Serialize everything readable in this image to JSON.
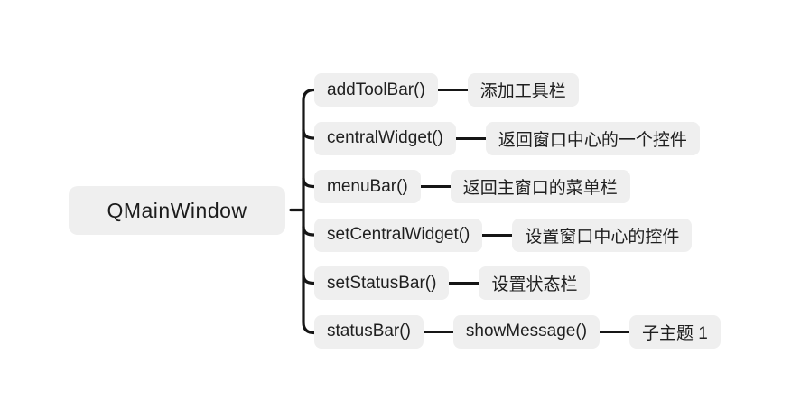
{
  "root": {
    "label": "QMainWindow"
  },
  "branches": [
    {
      "nodes": [
        "addToolBar()",
        "添加工具栏"
      ]
    },
    {
      "nodes": [
        "centralWidget()",
        "返回窗口中心的一个控件"
      ]
    },
    {
      "nodes": [
        "menuBar()",
        "返回主窗口的菜单栏"
      ]
    },
    {
      "nodes": [
        "setCentralWidget()",
        "设置窗口中心的控件"
      ]
    },
    {
      "nodes": [
        "setStatusBar()",
        "设置状态栏"
      ]
    },
    {
      "nodes": [
        "statusBar()",
        "showMessage()",
        "子主题 1"
      ]
    }
  ],
  "colors": {
    "background": "#ffffff",
    "node_bg": "#efefef",
    "text": "#1f1f1f",
    "line": "#161616"
  }
}
